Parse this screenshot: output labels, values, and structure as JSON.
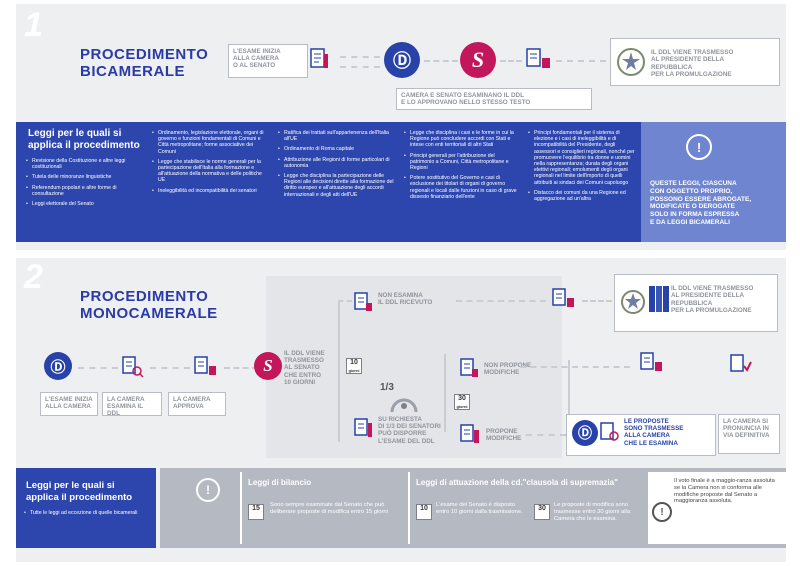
{
  "colors": {
    "blue": "#2d46ad",
    "magenta": "#c2185b",
    "gray": "#eeeff1",
    "text_gray": "#8f939c"
  },
  "panel1": {
    "number": "1",
    "title": "PROCEDIMENTO\nBICAMERALE",
    "start_box": "L'ESAME INIZIA\nALLA CAMERA\nO AL SENATO",
    "both_box": "CAMERA E SENATO ESAMINANO IL DDL\nE LO APPROVANO NELLO STESSO TESTO",
    "final_box": "IL DDL VIENE TRASMESSO\nAL PRESIDENTE DELLA\nREPUBBLICA\nPER LA PROMULGAZIONE",
    "laws_header": "Leggi per le quali si\napplica il procedimento",
    "col1": [
      "Revisione della Costituzione e altre leggi costituzionali",
      "Tutela delle minoranze linguistiche",
      "Referendum popolari e altre forme di consultazione",
      "Leggi elettorale del Senato"
    ],
    "col2": [
      "Ordinamento, legislazione elettorale, organi di governo e funzioni fondamentali di Comuni e Città metropolitane; forme associative dei Comuni",
      "Legge che stabilisce le norme generali per la partecipazione dell'Italia alla formazione e all'attuazione della normativa e delle politiche UE",
      "Ineleggibilità ed incompatibilità dei senatori"
    ],
    "col3": [
      "Ratifica dei trattati sull'appartenenza dell'Italia all'UE",
      "Ordinamento di Roma capitale",
      "Attribuzione alle Regioni di forme particolari di autonomia",
      "Legge che disciplina la partecipazione delle Regioni alle decisioni dirette alla formazione del diritto europeo e all'attuazione degli accordi internazionali e degli atti dell'UE"
    ],
    "col4": [
      "Legge che disciplina i casi e le forme in cui la Regione può concludere accordi con Stati e intese con enti territoriali di altri Stati",
      "Principi generali per l'attribuzione del patrimonio a Comuni, Città metropolitane e Regioni",
      "Potere sostitutivo del Governo e casi di esclusione dei titolari di organi di governo regionali e locali dalle funzioni in caso di grave dissesto finanziario dell'ente"
    ],
    "col5": [
      "Principi fondamentali per il sistema di elezione e i casi di ineleggibilità e di incompatibilità del Presidente, degli assessori e consiglieri regionali, nonché per promuovere l'equilibrio tra donne e uomini nella rappresentanza; durata degli organi elettivi regionali; emolumenti degli organi regionali nel limite dell'importo di quelli attribuiti ai sindaci dei Comuni capoluogo",
      "Distacco dei comuni da una Regione ed aggregazione ad un'altra"
    ],
    "note": "QUESTE LEGGI, CIASCUNA\nCON OGGETTO PROPRIO,\nPOSSONO ESSERE ABROGATE,\nMODIFICATE O DEROGATE\nSOLO IN FORMA ESPRESSA\nE DA LEGGI BICAMERALI",
    "warn": "!"
  },
  "panel2": {
    "number": "2",
    "title": "PROCEDIMENTO\nMONOCAMERALE",
    "step1": "L'ESAME INIZIA\nALLA CAMERA",
    "step2": "LA CAMERA\nESAMINA IL DDL",
    "step3": "LA CAMERA\nAPPROVA",
    "senate_box": "IL DDL VIENE\nTRASMESSO\nAL SENATO\nCHE ENTRO\n10 GIORNI",
    "non_esamina": "NON ESAMINA\nIL DDL RICEVUTO",
    "fraction": "1/3",
    "su_richiesta": "SU RICHIESTA\nDI 1/3 DEI SENATORI\nPUÒ DISPORRE\nL'ESAME DEL DDL",
    "non_propone": "NON PROPONE\nMODIFICHE",
    "propone": "PROPONE\nMODIFICHE",
    "cal10": "10",
    "cal10_label": "giorni",
    "cal30": "30",
    "cal30_label": "giorni",
    "final_box": "IL DDL VIENE TRASMESSO\nAL PRESIDENTE DELLA\nREPUBBLICA\nPER LA PROMULGAZIONE",
    "proposte": "LE PROPOSTE\nSONO TRASMESSE\nALLA CAMERA\nCHE LE ESAMINA",
    "camera_def": "LA CAMERA SI\nPRONUNCIA IN\nVIA DEFINITIVA",
    "laws_header": "Leggi per le quali si\napplica il procedimento",
    "laws_item": "Tutte le leggi ad eccezione di quelle bicamerali",
    "bilancio_title": "Leggi di bilancio",
    "bilancio_cal": "15",
    "bilancio_text": "Sono sempre esaminate dal Senato che può deliberare proposte di modifica entro 15 giorni",
    "attuazione_title": "Leggi di attuazione della cd.\"clausola di supremazia\"",
    "att_cal1": "10",
    "att_text1": "L'esame del Senato è disposto entro 10 giorni dalla trasmissione.",
    "att_cal2": "30",
    "att_text2": "Le proposte di modifica sono trasmesse entro 30 giorni alla Camera che le esamina.",
    "final_note": "Il voto finale è a maggio-ranza assoluta se la Camera non si conforma alle modifiche proposte dal Senato a maggioranza assoluta.",
    "warn": "!"
  }
}
